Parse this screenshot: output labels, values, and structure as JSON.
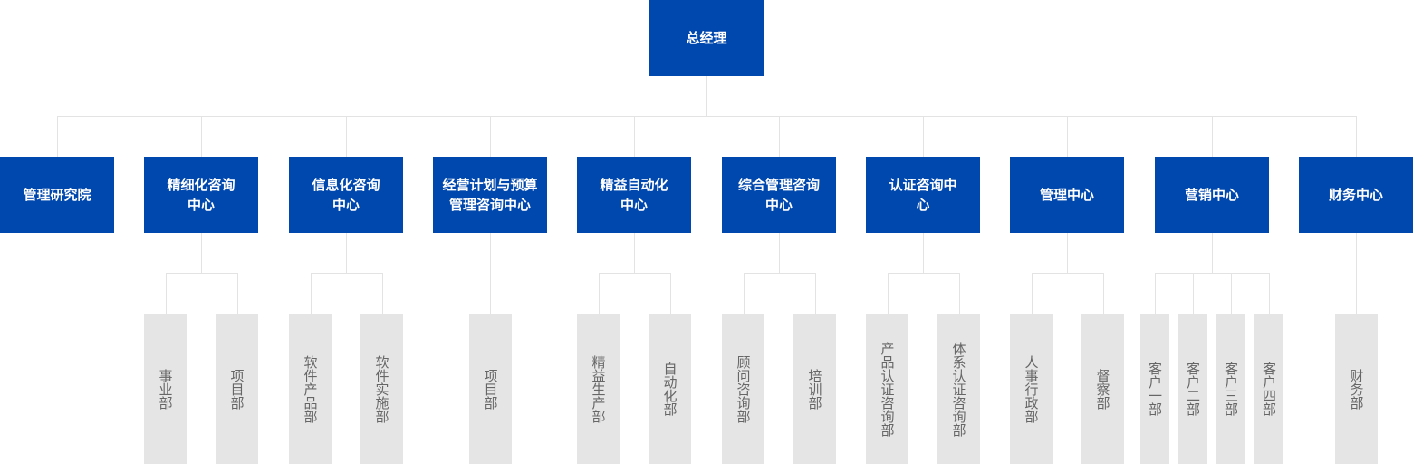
{
  "root": {
    "label": "总经理"
  },
  "colors": {
    "primary": "#0047ae",
    "leaf_bg": "#e5e5e5",
    "leaf_text": "#666666",
    "connector": "#e3e3e3"
  },
  "centers": [
    {
      "label_lines": [
        "管理研究院"
      ],
      "departments": []
    },
    {
      "label_lines": [
        "精细化咨询",
        "中心"
      ],
      "departments": [
        "事业部",
        "项目部"
      ]
    },
    {
      "label_lines": [
        "信息化咨询",
        "中心"
      ],
      "departments": [
        "软件产品部",
        "软件实施部"
      ]
    },
    {
      "label_lines": [
        "经营计划与预算",
        "管理咨询中心"
      ],
      "departments": [
        "项目部"
      ]
    },
    {
      "label_lines": [
        "精益自动化",
        "中心"
      ],
      "departments": [
        "精益生产部",
        "自动化部"
      ]
    },
    {
      "label_lines": [
        "综合管理咨询",
        "中心"
      ],
      "departments": [
        "顾问咨询部",
        "培训部"
      ]
    },
    {
      "label_lines": [
        "认证咨询中",
        "心"
      ],
      "departments": [
        "产品认证咨询部",
        "体系认证咨询部"
      ]
    },
    {
      "label_lines": [
        "管理中心"
      ],
      "departments": [
        "人事行政部",
        "督察部"
      ]
    },
    {
      "label_lines": [
        "营销中心"
      ],
      "departments": [
        "客户一部",
        "客户二部",
        "客户三部",
        "客户四部"
      ]
    },
    {
      "label_lines": [
        "财务中心"
      ],
      "departments": [
        "财务部"
      ]
    }
  ]
}
